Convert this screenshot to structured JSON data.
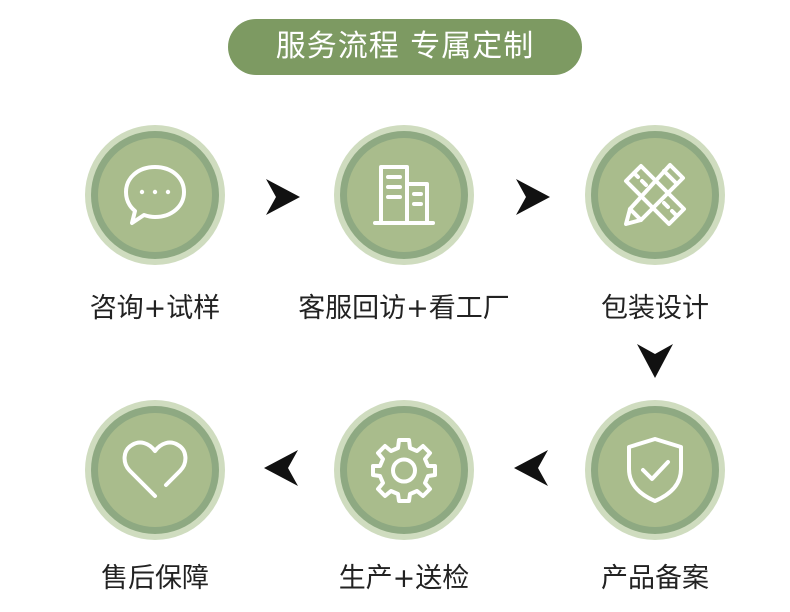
{
  "title": "服务流程 专属定制",
  "steps": [
    {
      "label": "咨询+试样",
      "icon": "chat-bubble-icon"
    },
    {
      "label": "客服回访+看工厂",
      "icon": "building-icon"
    },
    {
      "label": "包装设计",
      "icon": "pencil-ruler-icon"
    },
    {
      "label": "产品备案",
      "icon": "shield-check-icon"
    },
    {
      "label": "生产+送检",
      "icon": "gear-icon"
    },
    {
      "label": "售后保障",
      "icon": "heart-icon"
    }
  ],
  "colors": {
    "pill": "#7d9a62",
    "ring_outer": "#cfdcbf",
    "ring_mid": "#8ea982",
    "fill": "#a9bc8c",
    "arrow": "#111111"
  }
}
